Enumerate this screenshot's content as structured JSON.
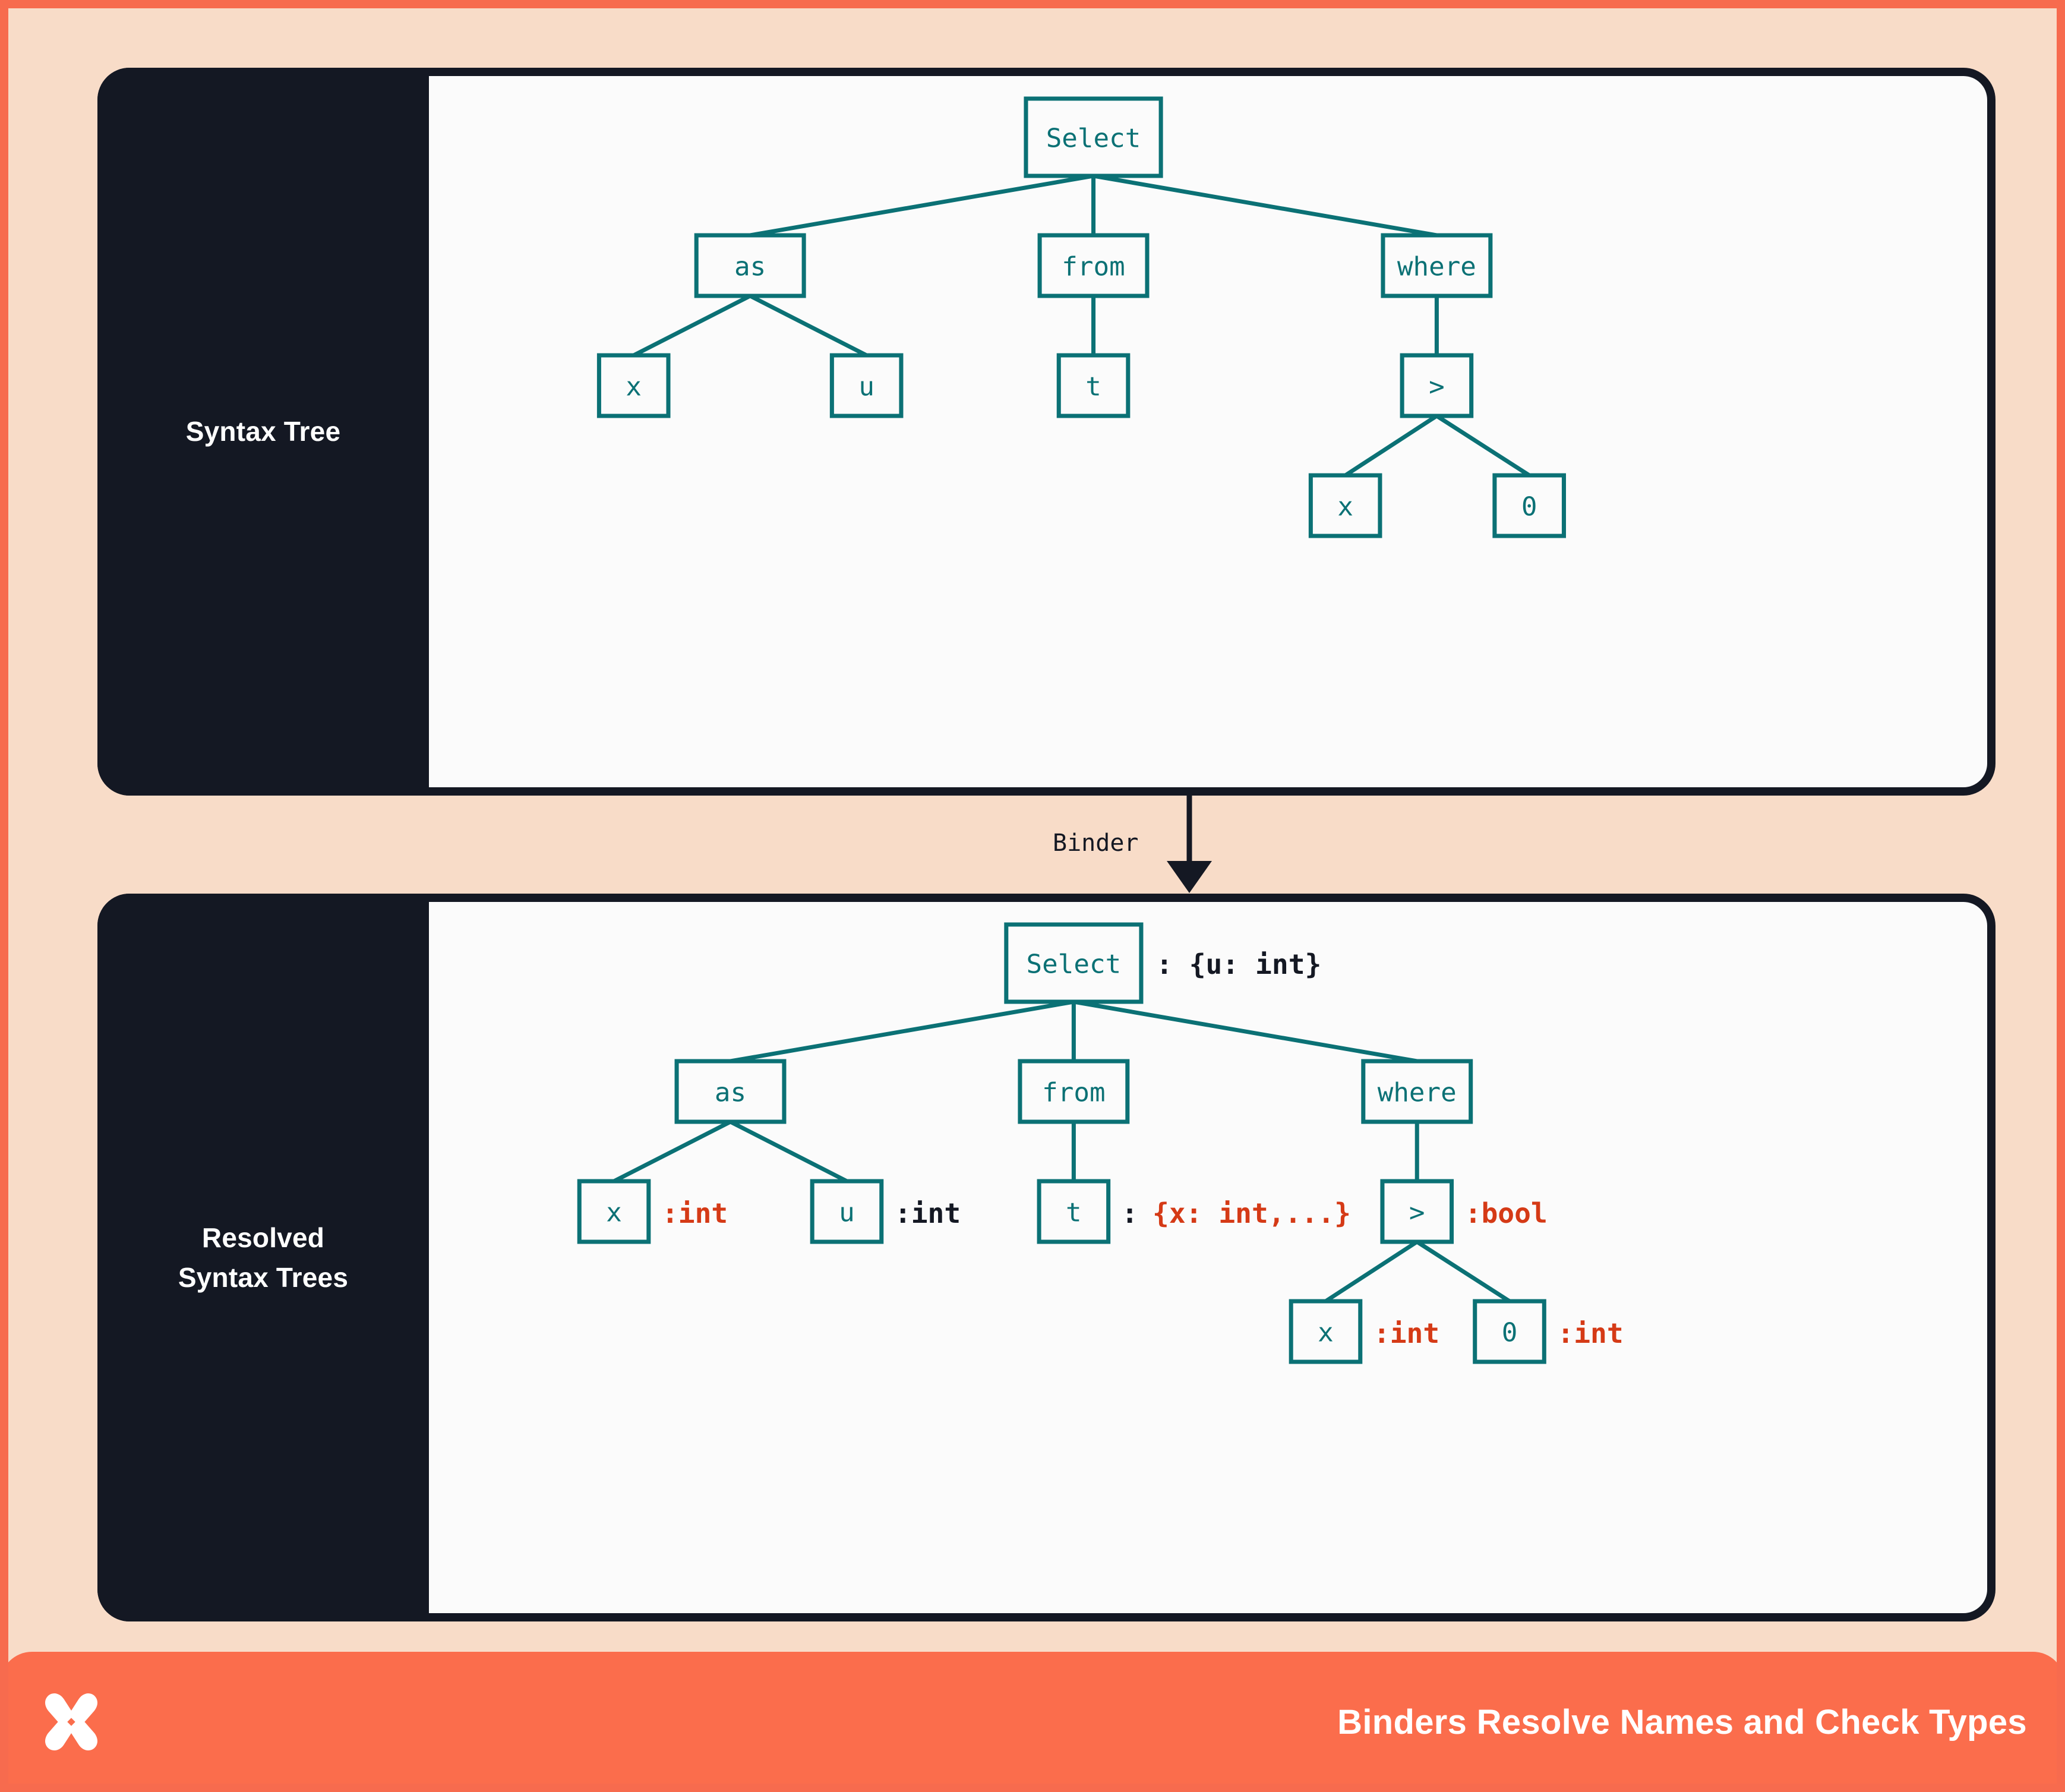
{
  "theme": {
    "page_background": "#f8dcc8",
    "outer_border": "#f76b4e",
    "panel_dark": "#141823",
    "canvas": "#fbfbfb",
    "node_teal": "#0b7175",
    "type_red": "#d53a16",
    "footer_orange": "#fb6d4c",
    "footer_text": "#ffffff"
  },
  "panels": {
    "top": {
      "label": "Syntax Tree"
    },
    "bottom": {
      "label_line1": "Resolved",
      "label_line2": "Syntax Trees"
    }
  },
  "transition": {
    "label": "Binder",
    "arrow": "down-arrow"
  },
  "syntax_tree": {
    "nodes": {
      "root": "Select",
      "as": "as",
      "from": "from",
      "where": "where",
      "as_left": "x",
      "as_right": "u",
      "from_child": "t",
      "where_child": ">",
      "gt_left": "x",
      "gt_right": "0"
    }
  },
  "resolved_syntax_tree": {
    "nodes": {
      "root": "Select",
      "as": "as",
      "from": "from",
      "where": "where",
      "as_left": "x",
      "as_right": "u",
      "from_child": "t",
      "where_child": ">",
      "gt_left": "x",
      "gt_right": "0"
    },
    "annotations": {
      "root": ": {u: int}",
      "as_left": ":int",
      "as_right": ":int",
      "from_child_colon": ": ",
      "from_child_type": "{x: int,...}",
      "where_child": ":bool",
      "gt_left": ":int",
      "gt_right": ":int"
    }
  },
  "footer": {
    "logo": "x-star-logo",
    "title": "Binders Resolve Names and Check Types"
  }
}
